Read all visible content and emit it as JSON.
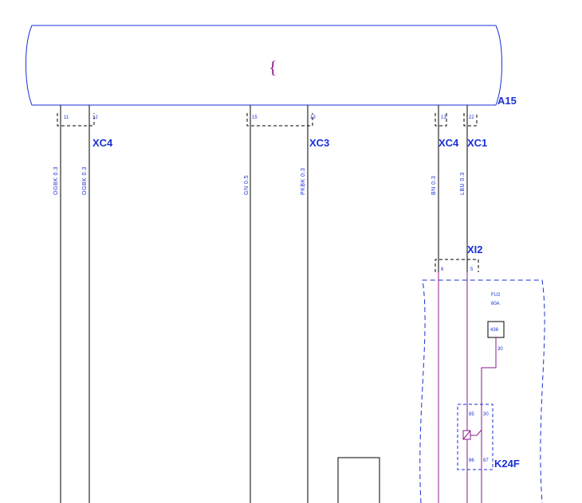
{
  "module": {
    "id": "A15",
    "symbol": "{"
  },
  "connectors": {
    "xc4_left": {
      "label": "XC4",
      "pins": [
        "11",
        "12"
      ]
    },
    "xc3": {
      "label": "XC3",
      "pins": [
        "15",
        "13"
      ]
    },
    "xc4_right": {
      "label": "XC4",
      "pin": "13"
    },
    "xc1": {
      "label": "XC1",
      "pin": "22"
    },
    "xi2": {
      "label": "XI2",
      "pins": [
        "6",
        "5"
      ]
    }
  },
  "wires": [
    {
      "id": "w1",
      "label": "OGBK 0.3"
    },
    {
      "id": "w2",
      "label": "OGBK 0.3"
    },
    {
      "id": "w3",
      "label": "GN 0.5"
    },
    {
      "id": "w4",
      "label": "PKBK 0.3"
    },
    {
      "id": "w5",
      "label": "BN 0.3"
    },
    {
      "id": "w6",
      "label": "LBU 0.3"
    }
  ],
  "fuse": {
    "id": "FU2",
    "rating": "60A",
    "code": "436",
    "terminal": "30"
  },
  "relay": {
    "id": "K24F",
    "pins": {
      "p85": "85",
      "p30": "30",
      "p86": "86",
      "p87": "87"
    }
  },
  "colors": {
    "wire": "#000000",
    "fuse_box_wire": "#8b1a8b",
    "label": "#1a2fd6",
    "border": "#1a2fd6"
  }
}
